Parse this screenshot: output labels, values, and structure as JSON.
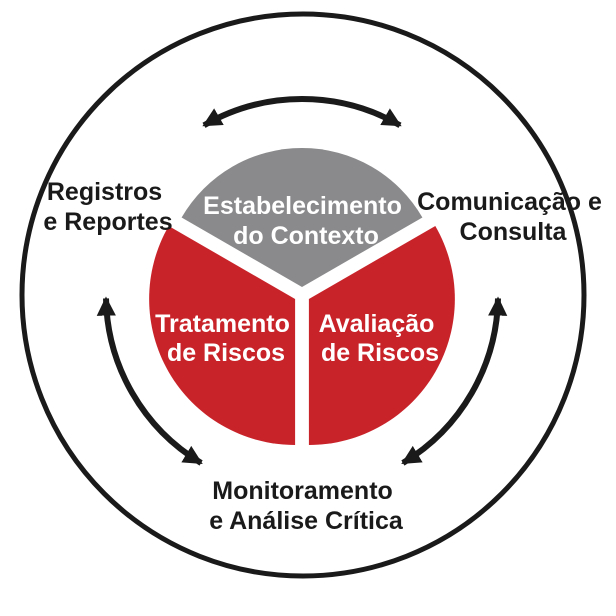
{
  "colors": {
    "red": "#C9232A",
    "gray": "#8A8A8C",
    "line": "#1A1A1A",
    "background": "#FFFFFF",
    "slice_text": "#FFFFFF",
    "label_text": "#1A1A1A"
  },
  "cycle": {
    "outer_labels": {
      "registros": {
        "line1": "Registros",
        "line2": "e Reportes"
      },
      "comunicacao": {
        "line1": "Comunicação e",
        "line2": "Consulta"
      },
      "monitoramento": {
        "line1": "Monitoramento",
        "line2": "e Análise Crítica"
      }
    },
    "slices": {
      "contexto": {
        "line1": "Estabelecimento",
        "line2": "do Contexto",
        "color": "#8A8A8C"
      },
      "avaliacao": {
        "line1": "Avaliação",
        "line2": "de Riscos",
        "color": "#C9232A"
      },
      "tratamento": {
        "line1": "Tratamento",
        "line2": "de Riscos",
        "color": "#C9232A"
      }
    },
    "icons": {
      "top_arrow": "double-headed-curved-arrow",
      "left_arrow": "double-headed-curved-arrow",
      "right_arrow": "double-headed-curved-arrow"
    }
  }
}
